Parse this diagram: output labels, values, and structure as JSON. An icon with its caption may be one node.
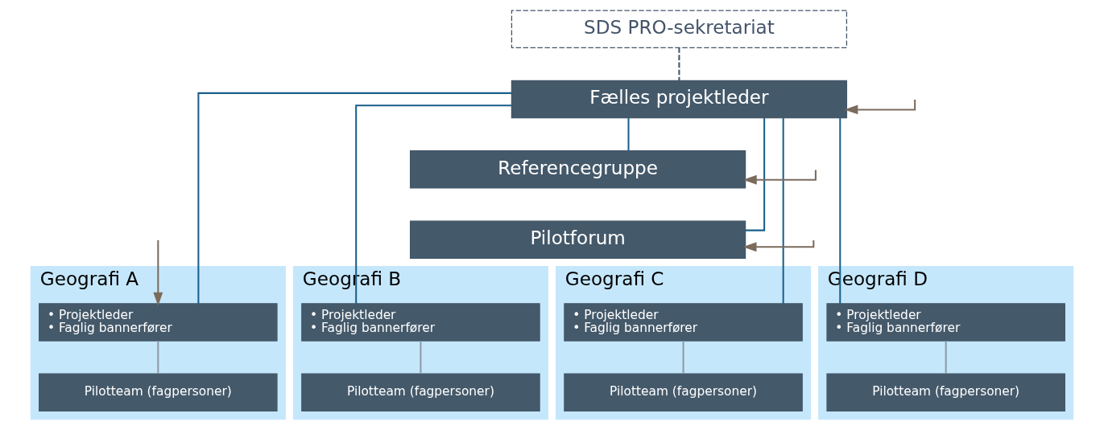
{
  "diagram": {
    "nodes": [
      {
        "text": [
          "SDS PRO-sekretariat"
        ]
      },
      {
        "text": [
          "Fælles projektleder"
        ]
      },
      {
        "text": [
          "Referencegruppe"
        ]
      },
      {
        "text": [
          "Pilotforum"
        ]
      },
      {
        "text": [
          "Geografi A"
        ]
      },
      {
        "text": [
          "• Projektleder",
          "• Faglig bannerfører"
        ],
        "in": 4
      },
      {
        "text": [
          "Pilotteam (fagpersoner)"
        ],
        "in": 4
      },
      {
        "text": [
          "Geografi B"
        ]
      },
      {
        "text": [
          "• Projektleder",
          "• Faglig bannerfører"
        ],
        "in": 7
      },
      {
        "text": [
          "Pilotteam (fagpersoner)"
        ],
        "in": 7
      },
      {
        "text": [
          "Geografi C"
        ]
      },
      {
        "text": [
          "• Projektleder",
          "• Faglig bannerfører"
        ],
        "in": 10
      },
      {
        "text": [
          "Pilotteam (fagpersoner)"
        ],
        "in": 10
      },
      {
        "text": [
          "Geografi D"
        ]
      },
      {
        "text": [
          "• Projektleder",
          "• Faglig bannerfører"
        ],
        "in": 13
      },
      {
        "text": [
          "Pilotteam (fagpersoner)"
        ],
        "in": 13
      }
    ],
    "edges": [
      {
        "from": 0,
        "to": 1,
        "arrow": "none",
        "style": "dashed",
        "color": "#44546a"
      },
      {
        "from": 1,
        "to": 2,
        "arrow": "none"
      },
      {
        "from": 1,
        "to": 3,
        "arrow": "none"
      },
      {
        "from": 1,
        "to": 5,
        "arrow": "none"
      },
      {
        "from": 1,
        "to": 8,
        "arrow": "none"
      },
      {
        "from": 1,
        "to": 11,
        "arrow": "none"
      },
      {
        "from": 1,
        "to": 14,
        "arrow": "none"
      },
      {
        "from": 5,
        "to": 6,
        "arrow": "none",
        "color": "#8c9aa6"
      },
      {
        "from": 8,
        "to": 9,
        "arrow": "none",
        "color": "#8c9aa6"
      },
      {
        "from": 11,
        "to": 12,
        "arrow": "none",
        "color": "#8c9aa6"
      },
      {
        "from": 14,
        "to": 15,
        "arrow": "none",
        "color": "#8c9aa6"
      },
      {
        "from": null,
        "to": 1,
        "arrow": "to",
        "color": "#7b6b5d"
      },
      {
        "from": null,
        "to": 2,
        "arrow": "to",
        "color": "#7b6b5d"
      },
      {
        "from": null,
        "to": 3,
        "arrow": "to",
        "color": "#7b6b5d"
      },
      {
        "from": null,
        "to": 5,
        "arrow": "to",
        "color": "#7b6b5d"
      }
    ]
  }
}
